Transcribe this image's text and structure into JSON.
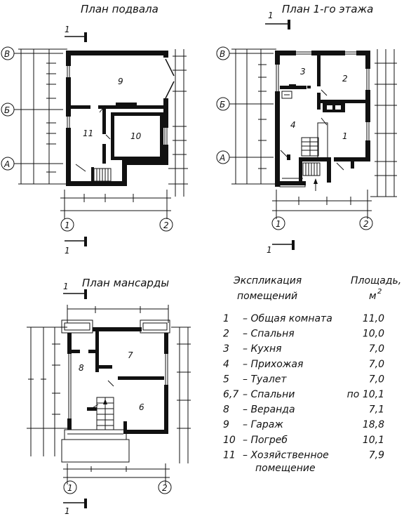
{
  "titles": {
    "basement": "План подвала",
    "first_floor": "План 1-го этажа",
    "attic": "План мансарды"
  },
  "section_mark": "1",
  "axes": {
    "v": "В",
    "b": "Б",
    "a": "А",
    "one": "1",
    "two": "2"
  },
  "basement_rooms": [
    "9",
    "11",
    "10"
  ],
  "first_floor_rooms": [
    "3",
    "2",
    "4",
    "1"
  ],
  "attic_rooms": [
    "8",
    "7",
    "6"
  ],
  "legend": {
    "header_left_1": "Экспликация",
    "header_left_2": "помещений",
    "header_right_1": "Площадь,",
    "header_right_2": "м",
    "header_right_sup": "2",
    "rows": [
      {
        "num": "1",
        "name": "– Общая комната",
        "area": "11,0"
      },
      {
        "num": "2",
        "name": "– Спальня",
        "area": "10,0"
      },
      {
        "num": "3",
        "name": "– Кухня",
        "area": "7,0"
      },
      {
        "num": "4",
        "name": "– Прихожая",
        "area": "7,0"
      },
      {
        "num": "5",
        "name": "– Туалет",
        "area": "7,0"
      },
      {
        "num": "6,7",
        "name": "– Спальни",
        "area": "по 10,1"
      },
      {
        "num": "8",
        "name": "– Веранда",
        "area": "7,1"
      },
      {
        "num": "9",
        "name": "– Гараж",
        "area": "18,8"
      },
      {
        "num": "10",
        "name": "– Погреб",
        "area": "10,1"
      },
      {
        "num": "11",
        "name": "– Хозяйственное",
        "area": "7,9"
      }
    ],
    "last_row_cont": "помещение"
  }
}
